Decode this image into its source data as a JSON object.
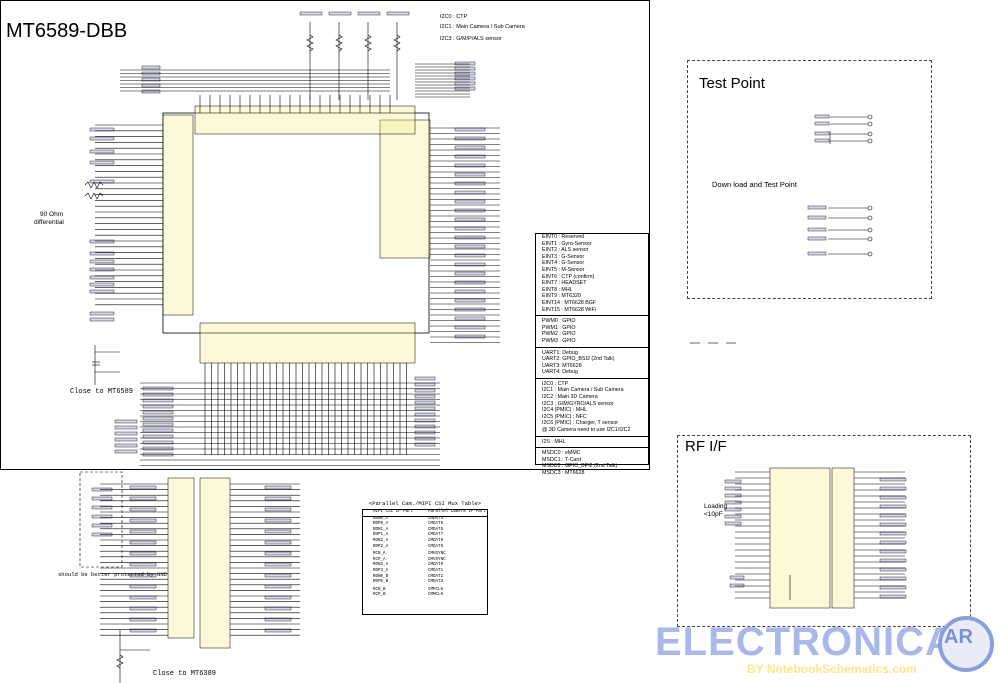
{
  "main_title": "MT6589-DBB",
  "test_point": {
    "title": "Test Point",
    "download_label": "Down load and Test Point"
  },
  "rf_if": {
    "title": "RF I/F",
    "loading_label": "Loading",
    "loading_value": "<10pF"
  },
  "i2c_note": {
    "line1": "I2C0 : CTP",
    "line2": "I2C1 : Main Camera / Sub Camera",
    "line3": "I2C3 : G/M/P/ALS sensor"
  },
  "annotations": {
    "close_to_1": "Close to MT6589",
    "close_to_2": "Close to MT6389",
    "protect_note": "should be better protected by GND",
    "differential": "differential",
    "ohm": "90 Ohm"
  },
  "legend": {
    "eint": [
      "EINT0 : Reserved",
      "EINT1 : Gyro-Sensor",
      "EINT2 : ALS sensor",
      "EINT3 : G-Sensor",
      "EINT4 : G-Sensor",
      "EINT5 : M-Sensor",
      "EINT6 : CTP (confirm)",
      "EINT7 : HEADSET",
      "EINT8 : MHL",
      "EINT9 : MT6320",
      "EINT14 : MT6628 BGF",
      "EINT15 : MT6628 WiFi"
    ],
    "pwm": [
      "PWM0 : GPIO",
      "PWM1 : GPIO",
      "PWM2 : GPIO",
      "PWM3 : GPIO"
    ],
    "uart": [
      "UART1: Debug",
      "UART2: GPIO_BSI2 (2nd Talk)",
      "UART3: MT6628",
      "UART4: Debug"
    ],
    "i2c": [
      "I2C0 : CTP",
      "I2C1 : Main Camera / Sub Camera",
      "I2C2 : Main 3D Camera",
      "I2C3 : G/M/GYRO/ALS sensor",
      "I2C4 (PMIC) : MHL",
      "I2C5 (PMIC) : NFC",
      "I2C6 (PMIC) : Charger, T sensor",
      "@ 3D Camera need to use I2C1/I2C2"
    ],
    "i2s": [
      "I2S : MHL"
    ],
    "msdc": [
      "MSDC0 : eMMC",
      "MSDC1 : T-Card",
      "MSDC2 : GPIO_BPI2 (2nd Talk)",
      "MSDC3 : MT6628"
    ]
  },
  "mux_table": {
    "title": "<Parallel Cam./MIPI CSI Mux Table>",
    "header": [
      "MIPI CSI IF Part",
      "Parallel Camera IF Part"
    ],
    "rows": [
      [
        "RDN0_A",
        "CMDAT4"
      ],
      [
        "RDP0_A",
        "CMDAT5"
      ],
      [
        "RDN1_A",
        "CMDAT6"
      ],
      [
        "RDP1_A",
        "CMDAT7"
      ],
      [
        "RDN2_A",
        "CMDAT8"
      ],
      [
        "RDP2_A",
        "CMDAT9"
      ],
      [
        "RCN_A",
        "CMHSYNC"
      ],
      [
        "RCP_A",
        "CMVSYNC"
      ],
      [
        "RDN3_A",
        "CMDAT0"
      ],
      [
        "RDP3_A",
        "CMDAT1"
      ],
      [
        "RDN0_B",
        "CMDAT2"
      ],
      [
        "RDP0_B",
        "CMDAT3"
      ],
      [
        "RCN_B",
        "CMPCLK"
      ],
      [
        "RCP_B",
        "CMMCLK"
      ]
    ]
  },
  "logo": {
    "name": "ELECTRONICA",
    "badge": "AR",
    "byline": "BY NotebookSchematics.com"
  },
  "colors": {
    "wire": "#000000",
    "net_label": "#3333aa",
    "pin_box": "#f2ee8a",
    "frame_dash": "#444444"
  }
}
